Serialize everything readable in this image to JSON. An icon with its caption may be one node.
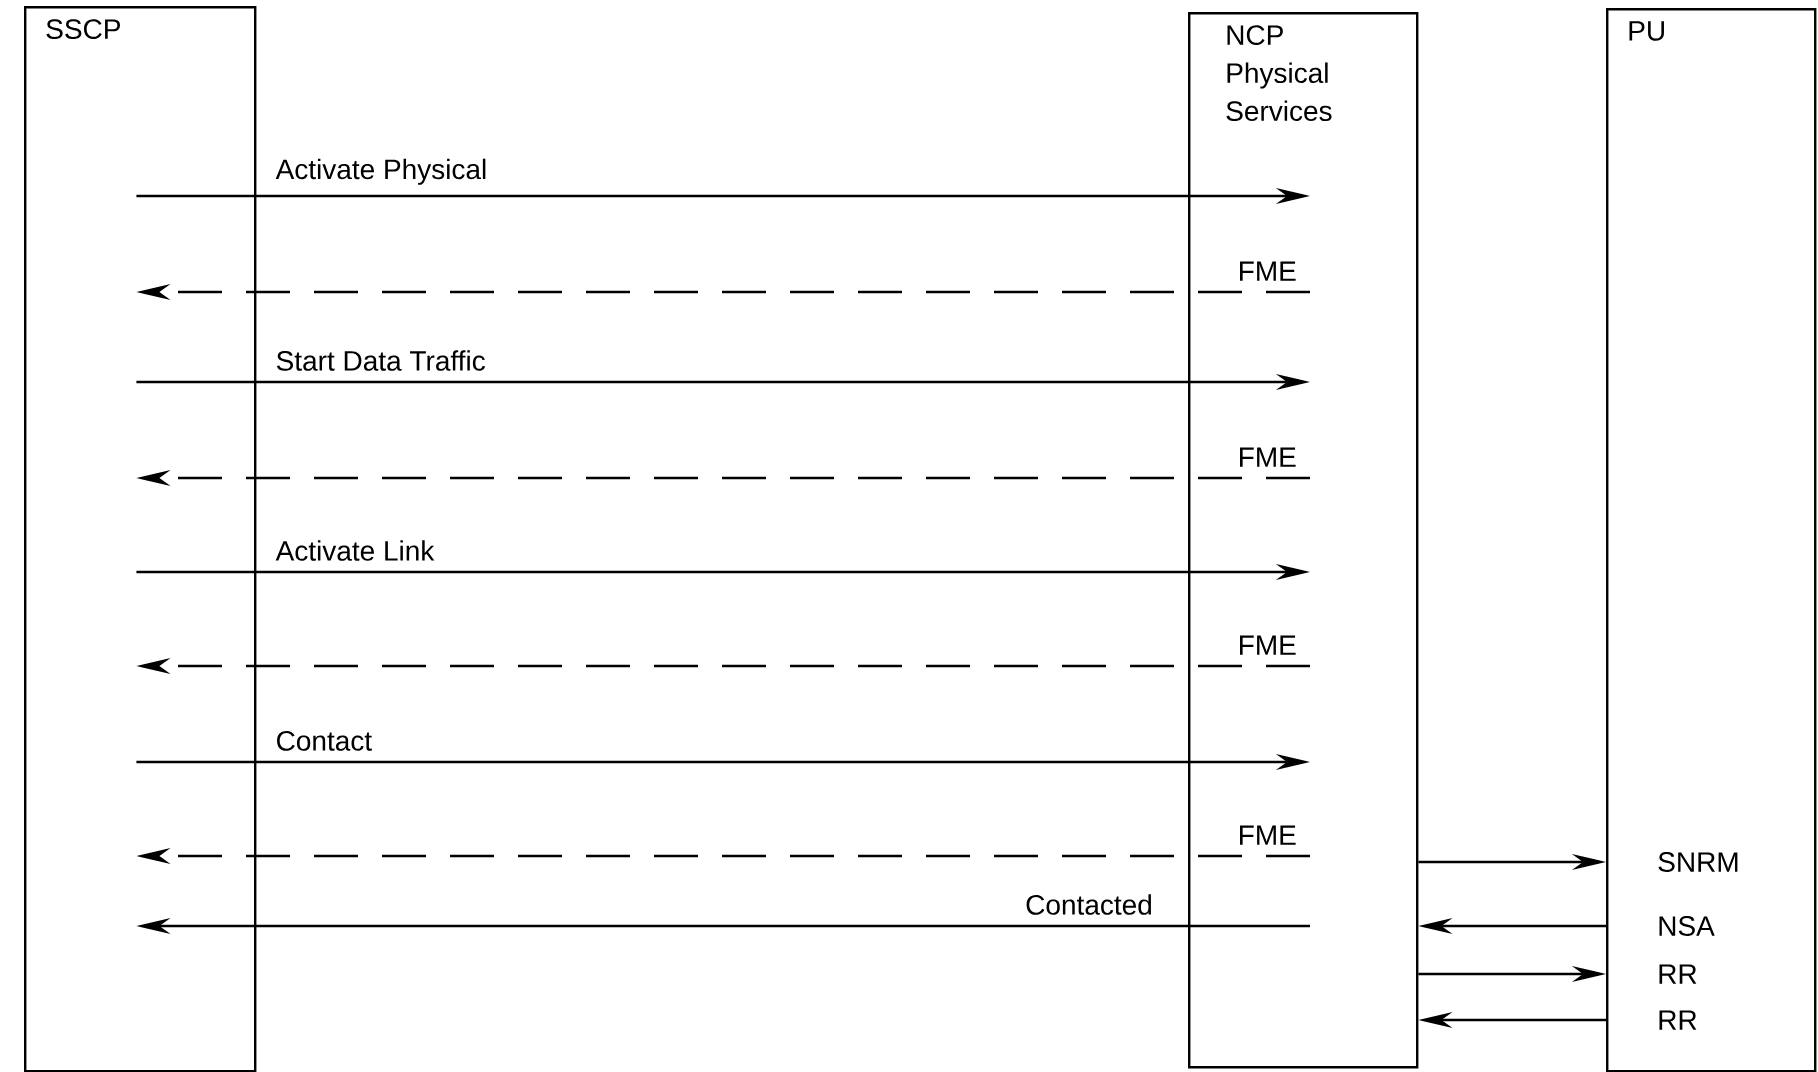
{
  "diagram": {
    "nodes": [
      {
        "text": [
          "SSCP"
        ]
      },
      {
        "text": [
          "NCP Physical Services"
        ]
      },
      {
        "text": [
          "PU"
        ]
      }
    ],
    "edges": [
      {
        "from": 0,
        "to": 1,
        "arrow": "to",
        "label": "Activate Physical"
      },
      {
        "from": 1,
        "to": 0,
        "arrow": "to",
        "label": "FME",
        "style": "dashed"
      },
      {
        "from": 0,
        "to": 1,
        "arrow": "to",
        "label": "Start Data Traffic"
      },
      {
        "from": 1,
        "to": 0,
        "arrow": "to",
        "label": "FME",
        "style": "dashed"
      },
      {
        "from": 0,
        "to": 1,
        "arrow": "to",
        "label": "Activate Link"
      },
      {
        "from": 1,
        "to": 0,
        "arrow": "to",
        "label": "FME",
        "style": "dashed"
      },
      {
        "from": 0,
        "to": 1,
        "arrow": "to",
        "label": "Contact"
      },
      {
        "from": 1,
        "to": 0,
        "arrow": "to",
        "label": "FME",
        "style": "dashed"
      },
      {
        "from": 1,
        "to": 0,
        "arrow": "to",
        "label": "Contacted"
      },
      {
        "from": 1,
        "to": 2,
        "arrow": "to",
        "label": "SNRM"
      },
      {
        "from": 2,
        "to": 1,
        "arrow": "to",
        "label": "NSA"
      },
      {
        "from": 1,
        "to": 2,
        "arrow": "to",
        "label": "RR"
      },
      {
        "from": 2,
        "to": 1,
        "arrow": "to",
        "label": "RR"
      }
    ]
  }
}
